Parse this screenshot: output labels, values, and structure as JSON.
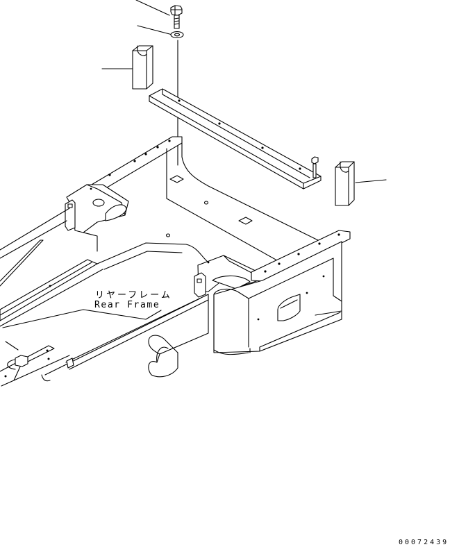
{
  "diagram": {
    "label_japanese": "リヤーフレーム",
    "label_english": "Rear Frame",
    "drawing_number": "00072439",
    "colors": {
      "line": "#000000",
      "background": "#ffffff"
    }
  }
}
